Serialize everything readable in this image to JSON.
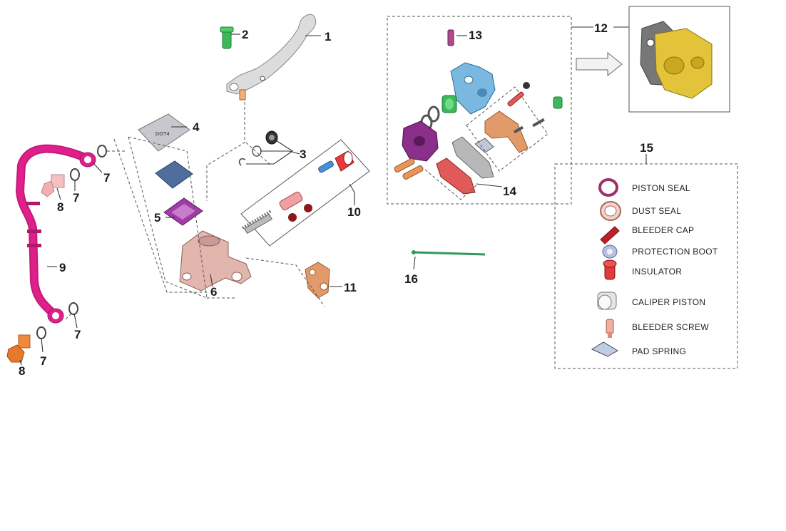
{
  "colors": {
    "hose": "#e0208a",
    "bolt": "#f4c0c0",
    "bolt_bottom": "#f08a3a",
    "green_pin": "#3cb85a",
    "lever": "#d8d8d8",
    "cover": "#c0c0c8",
    "diaphragm_blue": "#5577aa",
    "gasket_purple": "#a03ca8",
    "reservoir": "#e2b8b0",
    "caliper_blue": "#7ab8e0",
    "caliper_purple": "#8a2f8a",
    "pad_red": "#e05a5a",
    "bracket_orange": "#e39a6a",
    "caliper_yellow": "#e2c33a",
    "screw_orange": "#e8945a",
    "rod_green": "#2d9a5a"
  },
  "callouts": {
    "n1": "1",
    "n2": "2",
    "n3": "3",
    "n4": "4",
    "n5": "5",
    "n6": "6",
    "n7": "7",
    "n8": "8",
    "n9": "9",
    "n10": "10",
    "n11": "11",
    "n12": "12",
    "n13": "13",
    "n14": "14",
    "n15": "15",
    "n16": "16"
  },
  "legend": {
    "items": [
      {
        "label": "PISTON SEAL",
        "icon": "piston-seal-icon"
      },
      {
        "label": "DUST SEAL",
        "icon": "dust-seal-icon"
      },
      {
        "label": "BLEEDER CAP",
        "icon": "bleeder-cap-icon"
      },
      {
        "label": "PROTECTION BOOT",
        "icon": "protection-boot-icon"
      },
      {
        "label": "INSULATOR",
        "icon": "insulator-icon"
      },
      {
        "label": "CALIPER PISTON",
        "icon": "caliper-piston-icon"
      },
      {
        "label": "BLEEDER SCREW",
        "icon": "bleeder-screw-icon"
      },
      {
        "label": "PAD SPRING",
        "icon": "pad-spring-icon"
      }
    ]
  }
}
